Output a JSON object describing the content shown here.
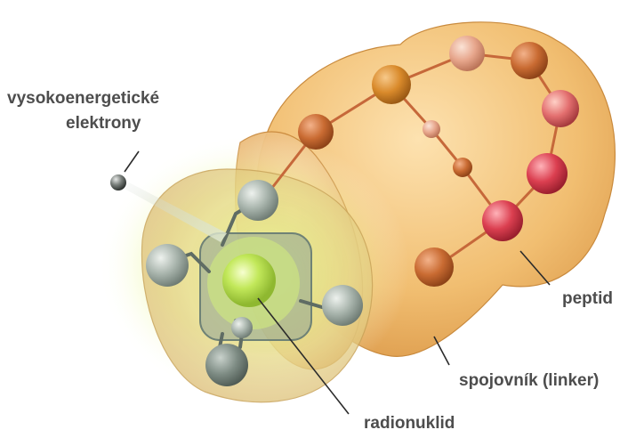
{
  "labels": {
    "electrons_line1": "vysokoenergetické",
    "electrons_line2": "elektrony",
    "peptide": "peptid",
    "linker": "spojovník (linker)",
    "radionuclide": "radionuklid"
  },
  "colors": {
    "peptide_body": "#f0be72",
    "linker_body": "#f3c682",
    "chelator_sphere": "#e9d28a",
    "radionuclide_glow": "#d8ef7a",
    "radionuclide_core": "#b5e04a",
    "chelator_ligand": "#9aa7a0",
    "peptide_bead_orange": "#c86a32",
    "peptide_bead_red": "#d93d4d",
    "peptide_bead_pale": "#e9a88f",
    "label_text": "#4d4d4d"
  },
  "icons": {
    "electron": "electron-particle-icon"
  }
}
